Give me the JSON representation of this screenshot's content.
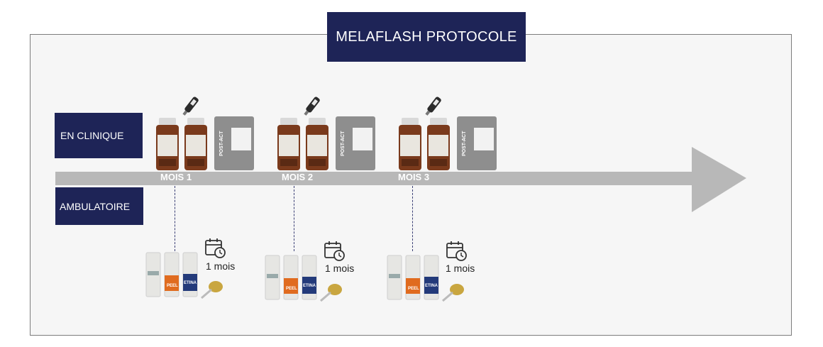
{
  "title": "MELAFLASH PROTOCOLE",
  "rows": {
    "clinic": "EN CLINIQUE",
    "ambulatory": "AMBULATOIRE"
  },
  "months": [
    {
      "label": "MOIS 1",
      "duration": "1 mois"
    },
    {
      "label": "MOIS 2",
      "duration": "1 mois"
    },
    {
      "label": "MOIS 3",
      "duration": "1 mois"
    }
  ],
  "product_labels": {
    "mask": "POST-ACT",
    "peel": "PEEL",
    "retinal": "ETINA"
  },
  "icons": [
    "dermapen-icon",
    "calendar-clock-icon"
  ],
  "colors": {
    "navy": "#1e2457",
    "arrow": "#b8b8b8",
    "frame_bg": "#f6f6f6"
  }
}
